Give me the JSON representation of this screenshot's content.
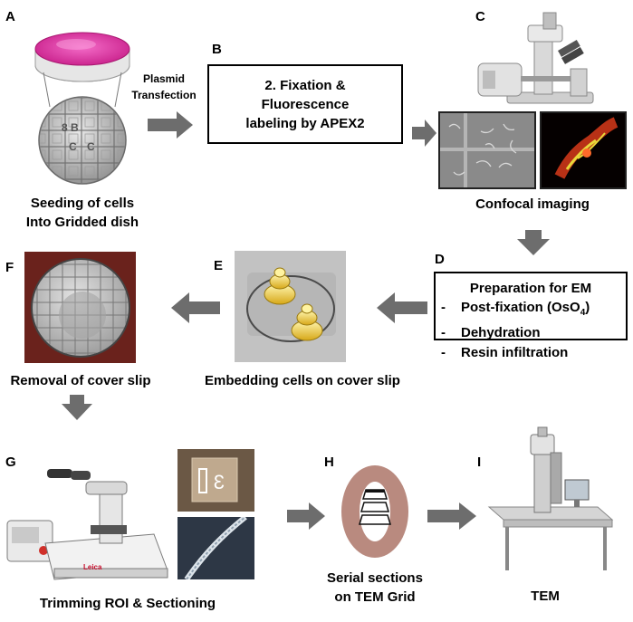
{
  "panels": {
    "a": "A",
    "b": "B",
    "c": "C",
    "d": "D",
    "e": "E",
    "f": "F",
    "g": "G",
    "h": "H",
    "i": "I"
  },
  "step_a": {
    "arrow_label_line1": "Plasmid",
    "arrow_label_line2": "Transfection",
    "caption_line1": "Seeding of cells",
    "caption_line2": "Into Gridded dish"
  },
  "step_b": {
    "line1": "2. Fixation &",
    "line2": "Fluorescence",
    "line3": "labeling by APEX2"
  },
  "step_c": {
    "caption": "Confocal imaging"
  },
  "step_d": {
    "title": "Preparation for EM",
    "bullet": "-",
    "items": [
      "Post-fixation (OsO",
      "Dehydration",
      "Resin infiltration"
    ],
    "item1_subscript": "4",
    "item1_suffix": ")"
  },
  "step_e": {
    "caption": "Embedding cells on cover slip"
  },
  "step_f": {
    "caption": "Removal of cover slip"
  },
  "step_g": {
    "caption": "Trimming ROI & Sectioning",
    "microtome_brand": "Leica"
  },
  "step_h": {
    "caption_line1": "Serial sections",
    "caption_line2": "on TEM Grid"
  },
  "step_i": {
    "caption": "TEM"
  },
  "colors": {
    "arrow": "#6d6d6d",
    "dish_fluid": "#e0379f",
    "grid_ring": "#b98a7f",
    "confocal_red": "#d83a1a",
    "confocal_yellow": "#e8d83a"
  }
}
